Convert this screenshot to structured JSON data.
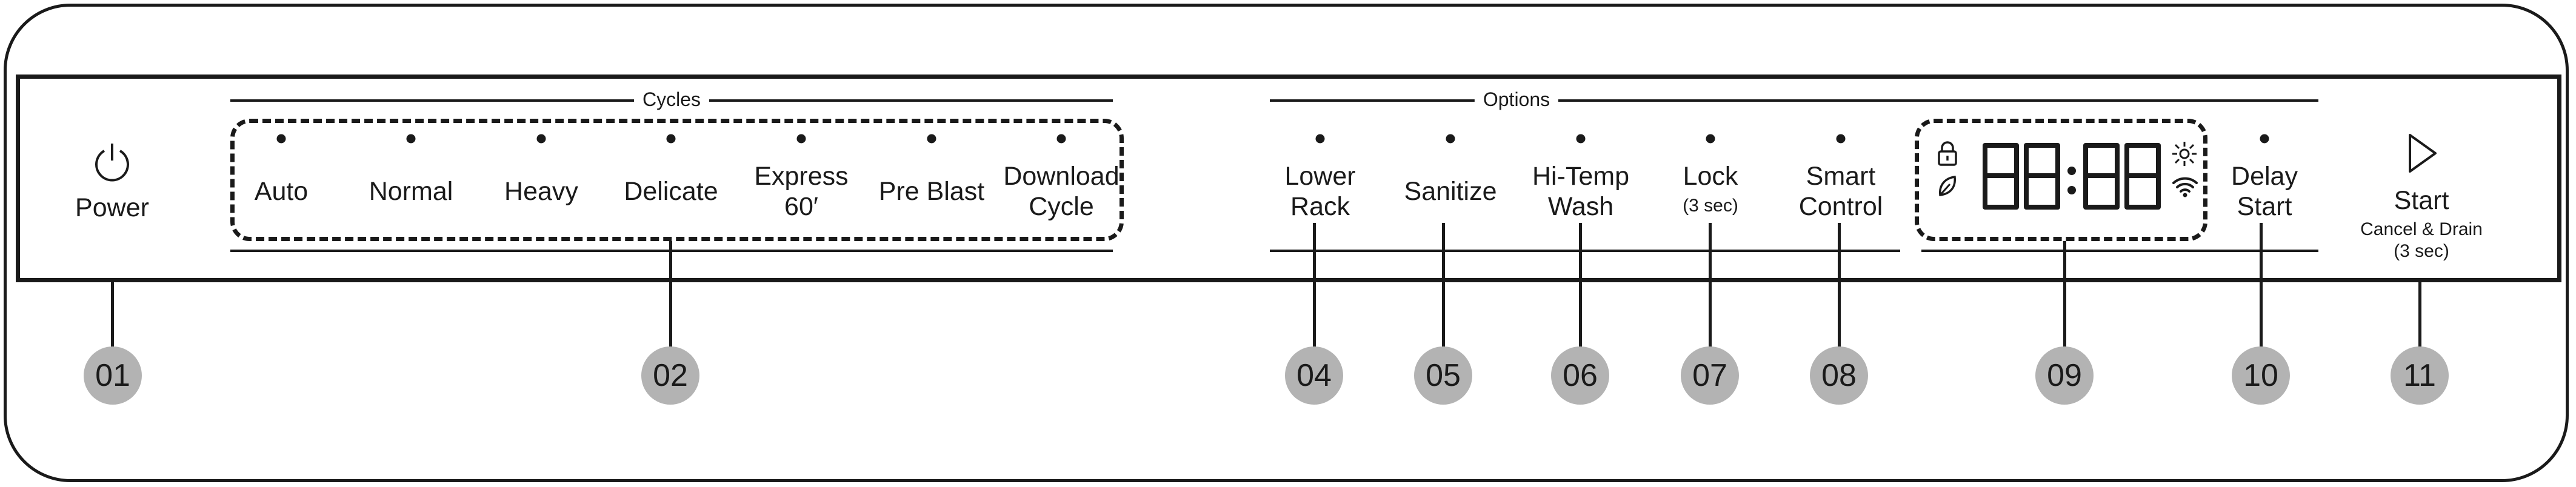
{
  "group_labels": {
    "cycles": "Cycles",
    "options": "Options"
  },
  "power": {
    "label": "Power",
    "icon": "power-icon"
  },
  "cycles": [
    {
      "line1": "Auto",
      "line2": ""
    },
    {
      "line1": "Normal",
      "line2": ""
    },
    {
      "line1": "Heavy",
      "line2": ""
    },
    {
      "line1": "Delicate",
      "line2": ""
    },
    {
      "line1": "Express",
      "line2": "60′"
    },
    {
      "line1": "Pre Blast",
      "line2": ""
    },
    {
      "line1": "Download",
      "line2": "Cycle"
    }
  ],
  "options": [
    {
      "line1": "Lower",
      "line2": "Rack",
      "sub": ""
    },
    {
      "line1": "Sanitize",
      "line2": "",
      "sub": ""
    },
    {
      "line1": "Hi-Temp",
      "line2": "Wash",
      "sub": ""
    },
    {
      "line1": "Lock",
      "line2": "",
      "sub": "(3 sec)"
    },
    {
      "line1": "Smart",
      "line2": "Control",
      "sub": ""
    }
  ],
  "display": {
    "digits": "88:88",
    "icons": [
      "lock-icon",
      "leaf-icon",
      "sun-icon",
      "wifi-icon"
    ]
  },
  "delay_start": {
    "line1": "Delay",
    "line2": "Start"
  },
  "start": {
    "line1": "Start",
    "sub1": "Cancel & Drain",
    "sub2": "(3 sec)",
    "icon": "play-icon"
  },
  "callouts": [
    "01",
    "02",
    "04",
    "05",
    "06",
    "07",
    "08",
    "09",
    "10",
    "11"
  ],
  "colors": {
    "line": "#1a1a1a",
    "callout_fill": "#b3b3b3",
    "background": "#ffffff"
  }
}
